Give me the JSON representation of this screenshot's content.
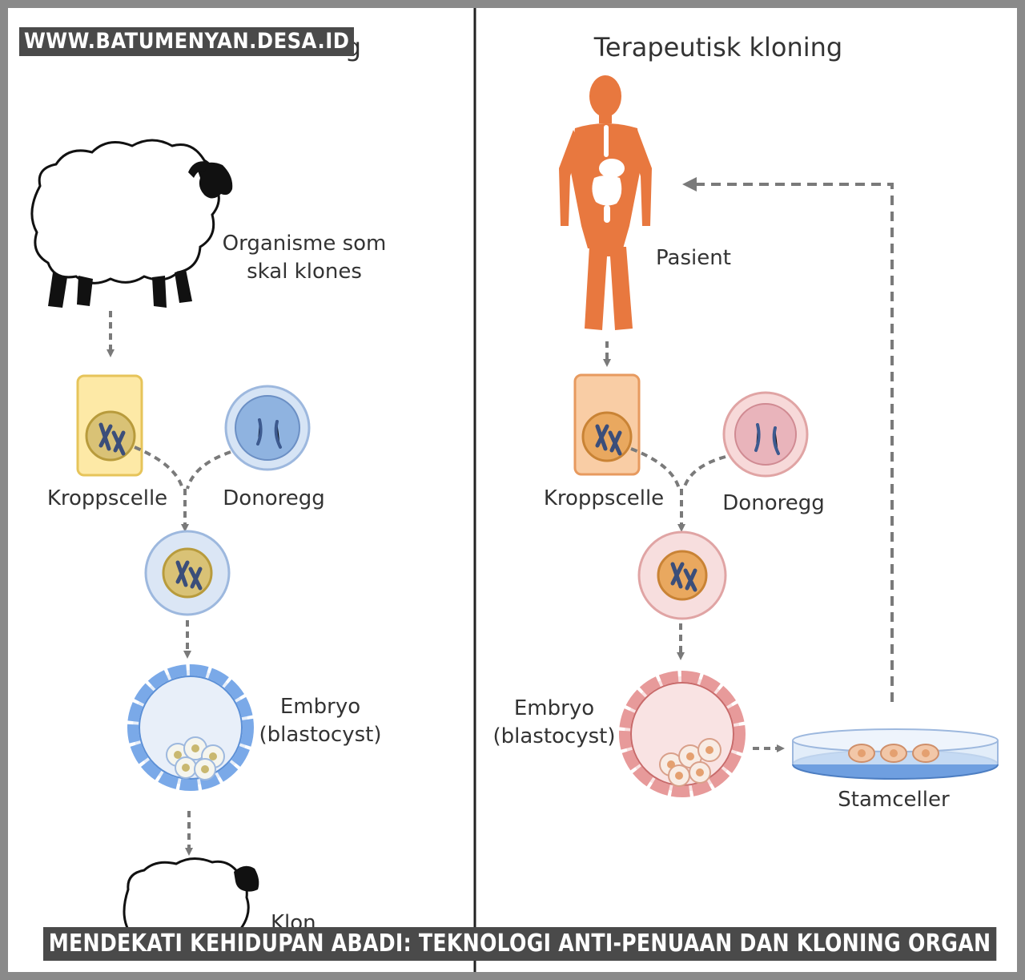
{
  "watermark_top": "WWW.BATUMENYAN.DESA.ID",
  "caption": "MENDEKATI KEHIDUPAN ABADI: TEKNOLOGI ANTI-PENUAAN DAN KLONING ORGAN",
  "left_panel": {
    "title_visible": "hing",
    "organism_line1": "Organisme som",
    "organism_line2": "skal klones",
    "body_cell": "Kroppscelle",
    "donor_egg": "Donoregg",
    "embryo_line1": "Embryo",
    "embryo_line2": "(blastocyst)",
    "clone": "Klon",
    "colors": {
      "body_cell": "#fde9a6",
      "egg": "#d6e4f5",
      "egg_nucleus": "#8fb3e0",
      "blastocyst": "#7aa9e8"
    }
  },
  "right_panel": {
    "title": "Terapeutisk kloning",
    "patient": "Pasient",
    "body_cell": "Kroppscelle",
    "donor_egg": "Donoregg",
    "embryo_line1": "Embryo",
    "embryo_line2": "(blastocyst)",
    "stem_cells": "Stamceller",
    "colors": {
      "patient": "#e8783f",
      "body_cell": "#f9cda5",
      "egg": "#f7d9d9",
      "blastocyst": "#e79a9a",
      "dish": "#6f9fe0"
    }
  },
  "icons": [
    "sheep-icon",
    "human-body-icon",
    "petri-dish-icon",
    "chromosome-icon"
  ]
}
